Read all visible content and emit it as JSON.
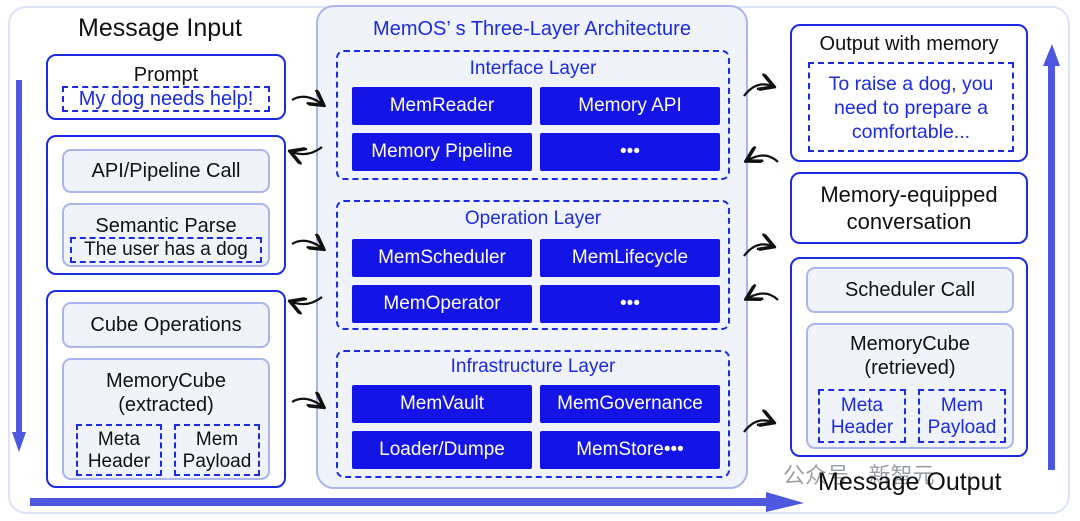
{
  "left": {
    "title": "Message Input",
    "prompt": {
      "label": "Prompt",
      "text": "My dog needs help!"
    },
    "api_call": "API/Pipeline Call",
    "semantic": {
      "label": "Semantic Parse",
      "text": "The user has a dog"
    },
    "cube_ops": "Cube Operations",
    "memcube": {
      "title": "MemoryCube",
      "subtitle": "(extracted)",
      "meta_header": "Meta\nHeader",
      "mem_payload": "Mem\nPayload"
    }
  },
  "center": {
    "title": "MemOS’ s Three-Layer Architecture",
    "layers": [
      {
        "name": "Interface Layer",
        "modules": [
          "MemReader",
          "Memory API",
          "Memory Pipeline",
          "•••"
        ]
      },
      {
        "name": "Operation Layer",
        "modules": [
          "MemScheduler",
          "MemLifecycle",
          "MemOperator",
          "•••"
        ]
      },
      {
        "name": "Infrastructure Layer",
        "modules": [
          "MemVault",
          "MemGovernance",
          "Loader/Dumpe",
          "MemStore•••"
        ]
      }
    ]
  },
  "right": {
    "title": "Message Output",
    "output": {
      "label": "Output with memory",
      "text": "To raise a dog, you need to prepare a comfortable..."
    },
    "conversation": "Memory-equipped conversation",
    "scheduler": "Scheduler Call",
    "memcube": {
      "title": "MemoryCube",
      "subtitle": "(retrieved)",
      "meta_header": "Meta\nHeader",
      "mem_payload": "Mem\nPayload"
    }
  },
  "watermark": "公众号 · 新智元",
  "colors": {
    "accent": "#1b2be0",
    "module_fill": "#1414e6",
    "panel": "#f1f3fb"
  }
}
